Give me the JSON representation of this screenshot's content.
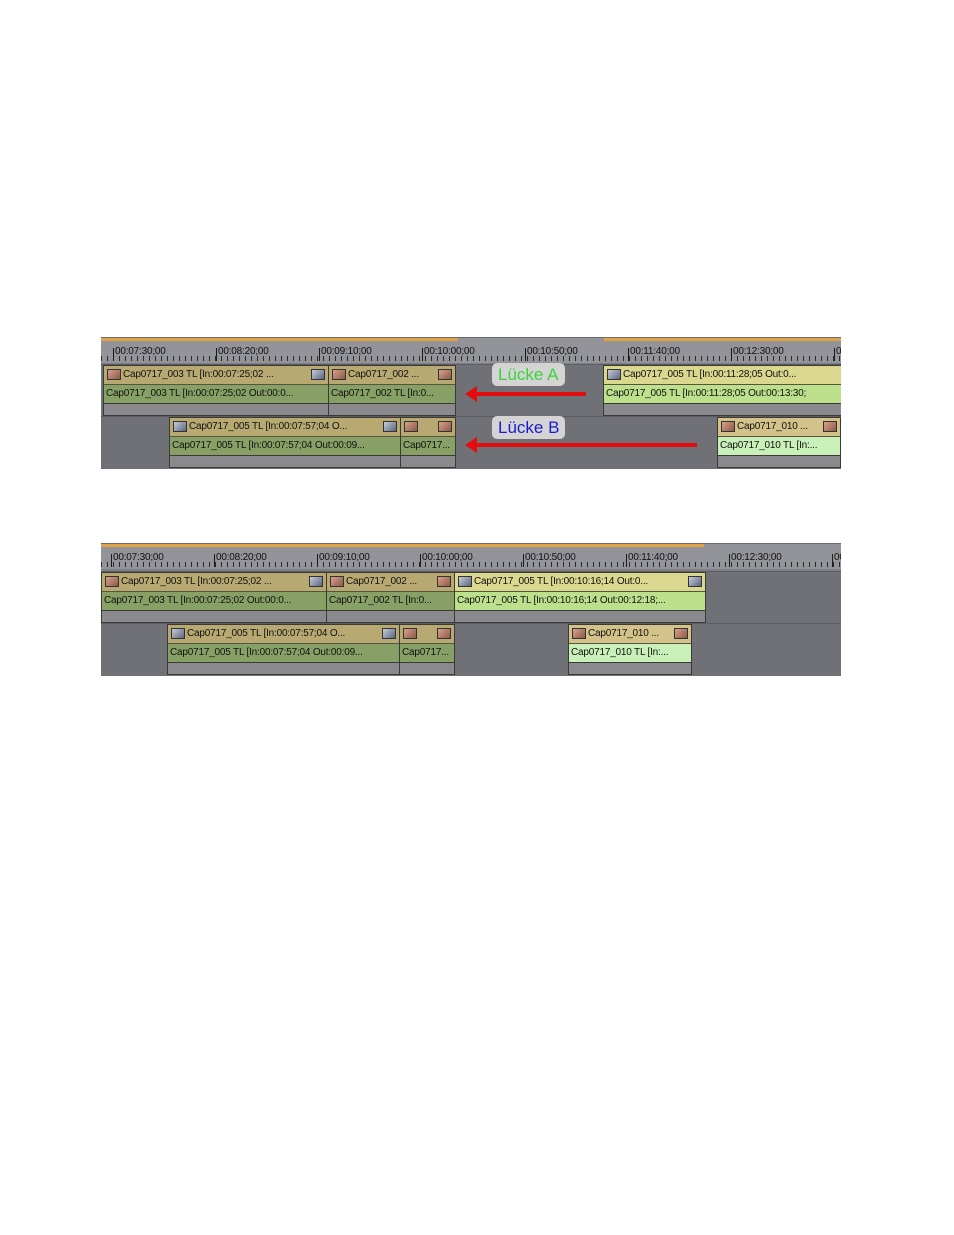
{
  "timeline_before": {
    "ruler_labels": [
      "00:07:30;00",
      "00:08:20;00",
      "00:09:10;00",
      "00:10:00;00",
      "00:10:50;00",
      "00:11:40;00",
      "00:12:30;00",
      "00"
    ],
    "track1": {
      "clip1": {
        "video": "Cap0717_003  TL [In:00:07:25;02 ...",
        "audio": "Cap0717_003  TL [In:00:07:25;02 Out:00:0..."
      },
      "clip2": {
        "video": "Cap0717_002  ...",
        "audio": "Cap0717_002  TL [In:0..."
      },
      "clip3": {
        "video": "Cap0717_005  TL [In:00:11:28;05 Out:0...",
        "audio": "Cap0717_005  TL [In:00:11:28;05 Out:00:13:30;"
      }
    },
    "track2": {
      "clip1": {
        "video": "Cap0717_005  TL [In:00:07:57;04 O...",
        "audio": "Cap0717_005  TL [In:00:07:57;04 Out:00:09..."
      },
      "clip2": {
        "video": "",
        "audio": "Cap0717..."
      },
      "clip3": {
        "video": "Cap0717_010  ...",
        "audio": "Cap0717_010  TL [In:..."
      }
    },
    "gap_a": {
      "label": "Lücke A",
      "color": "#3ad43a"
    },
    "gap_b": {
      "label": "Lücke B",
      "color": "#1c1ccc"
    },
    "arrow_color": "#e30d0d"
  },
  "timeline_after": {
    "ruler_labels": [
      "00:07:30;00",
      "00:08:20;00",
      "00:09:10;00",
      "00:10:00;00",
      "00:10:50;00",
      "00:11:40;00",
      "00:12:30;00",
      "00"
    ],
    "track1": {
      "clip1": {
        "video": "Cap0717_003  TL [In:00:07:25;02 ...",
        "audio": "Cap0717_003  TL [In:00:07:25;02 Out:00:0..."
      },
      "clip2": {
        "video": "Cap0717_002  ...",
        "audio": "Cap0717_002  TL [In:0..."
      },
      "clip3": {
        "video": "Cap0717_005  TL [In:00:10:16;14 Out:0...",
        "audio": "Cap0717_005  TL [In:00:10:16;14 Out:00:12:18;..."
      }
    },
    "track2": {
      "clip1": {
        "video": "Cap0717_005  TL [In:00:07:57;04 O...",
        "audio": "Cap0717_005  TL [In:00:07:57;04 Out:00:09..."
      },
      "clip2": {
        "video": "",
        "audio": "Cap0717..."
      },
      "clip3": {
        "video": "Cap0717_010  ...",
        "audio": "Cap0717_010  TL [In:..."
      }
    }
  }
}
